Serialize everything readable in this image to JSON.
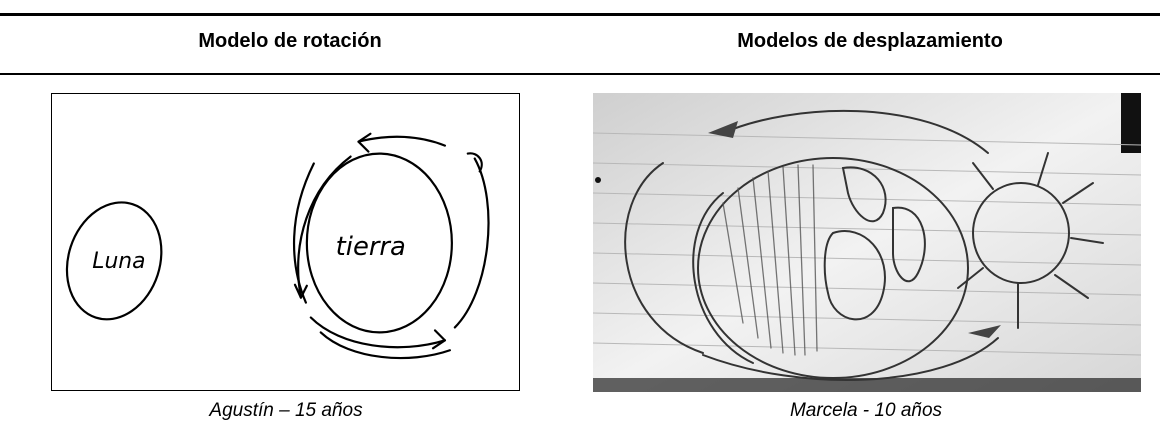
{
  "table": {
    "header_left": "Modelo de rotación",
    "header_right": "Modelos de desplazamiento"
  },
  "figures": {
    "left": {
      "label_moon": "Luna",
      "label_earth": "tierra"
    },
    "right": {}
  },
  "captions": {
    "left": "Agustín – 15 años",
    "right": "Marcela - 10 años"
  }
}
